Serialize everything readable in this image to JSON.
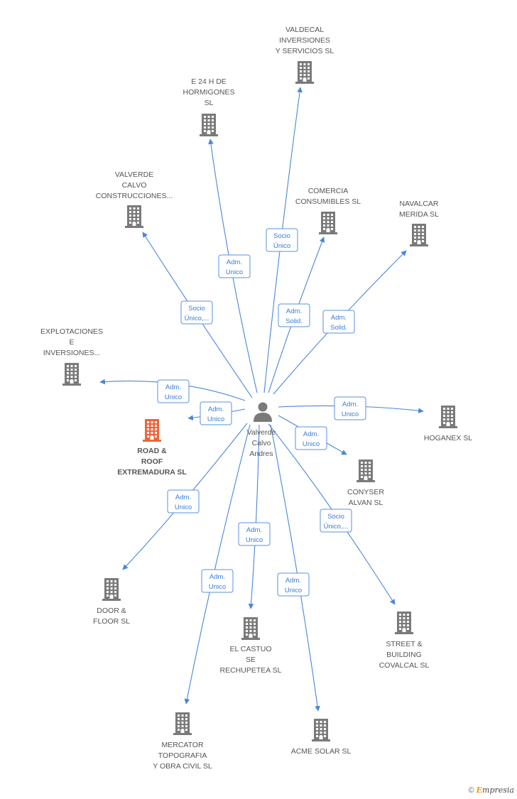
{
  "center": {
    "name_lines": [
      "Valverde",
      "Calvo",
      "Andres"
    ]
  },
  "colors": {
    "edge": "#4a86d8",
    "company": "#7a7a7a",
    "highlight": "#f0643a",
    "person": "#7a7a7a"
  },
  "companies": [
    {
      "id": "valdecal",
      "lines": [
        "VALDECAL",
        "INVERSIONES",
        "Y SERVICIOS  SL"
      ]
    },
    {
      "id": "e24h",
      "lines": [
        "E 24 H DE",
        "HORMIGONES",
        "SL"
      ]
    },
    {
      "id": "valverde-construcciones",
      "lines": [
        "VALVERDE",
        "CALVO",
        "CONSTRUCCIONES..."
      ]
    },
    {
      "id": "comercia",
      "lines": [
        "COMERCIA",
        "CONSUMIBLES SL"
      ]
    },
    {
      "id": "navalcar",
      "lines": [
        "NAVALCAR",
        "MERIDA SL"
      ]
    },
    {
      "id": "explotaciones",
      "lines": [
        "EXPLOTACIONES",
        "E",
        "INVERSIONES..."
      ]
    },
    {
      "id": "road-roof",
      "lines": [
        "ROAD &",
        "ROOF",
        "EXTREMADURA SL"
      ],
      "highlight": true
    },
    {
      "id": "hoganex",
      "lines": [
        "HOGANEX SL"
      ]
    },
    {
      "id": "conyser",
      "lines": [
        "CONYSER",
        "ALVAN  SL"
      ]
    },
    {
      "id": "door-floor",
      "lines": [
        "DOOR &",
        "FLOOR SL"
      ]
    },
    {
      "id": "el-castuo",
      "lines": [
        "EL CASTUO",
        "SE",
        "RECHUPETEA SL"
      ]
    },
    {
      "id": "street-building",
      "lines": [
        "STREET &",
        "BUILDING",
        "COVALCAL SL"
      ]
    },
    {
      "id": "mercator",
      "lines": [
        "MERCATOR",
        "TOPOGRAFIA",
        "Y OBRA CIVIL SL"
      ]
    },
    {
      "id": "acme",
      "lines": [
        "ACME SOLAR SL"
      ]
    }
  ],
  "edges": [
    {
      "to": "valdecal",
      "label": [
        "Socio",
        "Único"
      ]
    },
    {
      "to": "e24h",
      "label": [
        "Adm.",
        "Unico"
      ]
    },
    {
      "to": "valverde-construcciones",
      "label": [
        "Socio",
        "Único,..."
      ]
    },
    {
      "to": "comercia",
      "label": [
        "Adm.",
        "Solid."
      ]
    },
    {
      "to": "navalcar",
      "label": [
        "Adm.",
        "Solid."
      ]
    },
    {
      "to": "explotaciones",
      "label": [
        "Adm.",
        "Unico"
      ]
    },
    {
      "to": "road-roof",
      "label": [
        "Adm.",
        "Unico"
      ]
    },
    {
      "to": "hoganex",
      "label": [
        "Adm.",
        "Unico"
      ]
    },
    {
      "to": "conyser",
      "label": [
        "Adm.",
        "Unico"
      ]
    },
    {
      "to": "door-floor",
      "label": [
        "Adm.",
        "Unico"
      ]
    },
    {
      "to": "el-castuo",
      "label": [
        "Adm.",
        "Unico"
      ]
    },
    {
      "to": "street-building",
      "label": [
        "Socio",
        "Único,..."
      ]
    },
    {
      "to": "mercator",
      "label": [
        "Adm.",
        "Unico"
      ]
    },
    {
      "to": "acme",
      "label": [
        "Adm.",
        "Unico"
      ]
    }
  ],
  "footer": {
    "copyright": "©",
    "brand_first": "E",
    "brand_rest": "mpresia"
  }
}
